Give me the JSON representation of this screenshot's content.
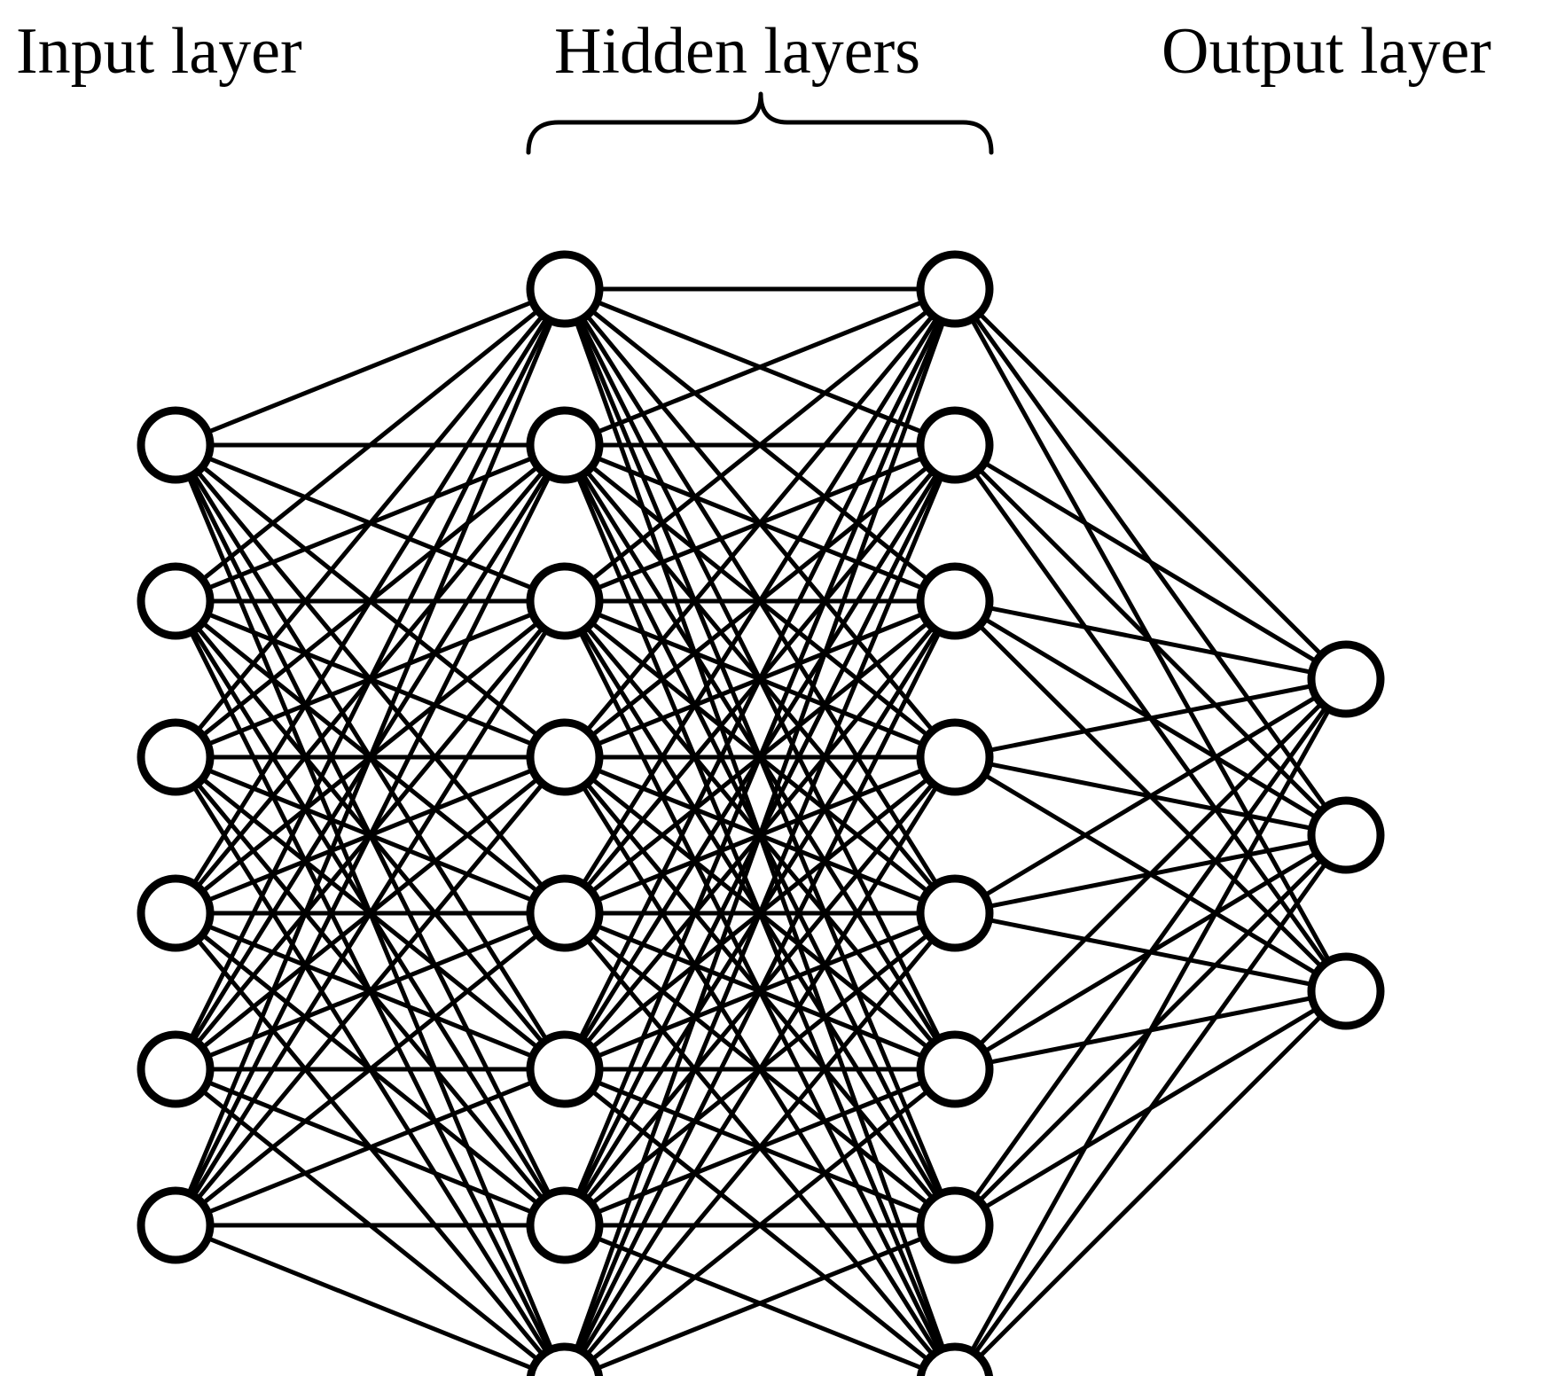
{
  "labels": {
    "input": "Input layer",
    "hidden": "Hidden layers",
    "output": "Output layer"
  },
  "network": {
    "layers": [
      {
        "role": "input",
        "neurons": 6
      },
      {
        "role": "hidden",
        "neurons": 8
      },
      {
        "role": "hidden",
        "neurons": 8
      },
      {
        "role": "output",
        "neurons": 3
      }
    ],
    "connectivity": "fully-connected"
  },
  "colors": {
    "stroke": "#000000",
    "fill": "#ffffff",
    "background": "#ffffff"
  }
}
